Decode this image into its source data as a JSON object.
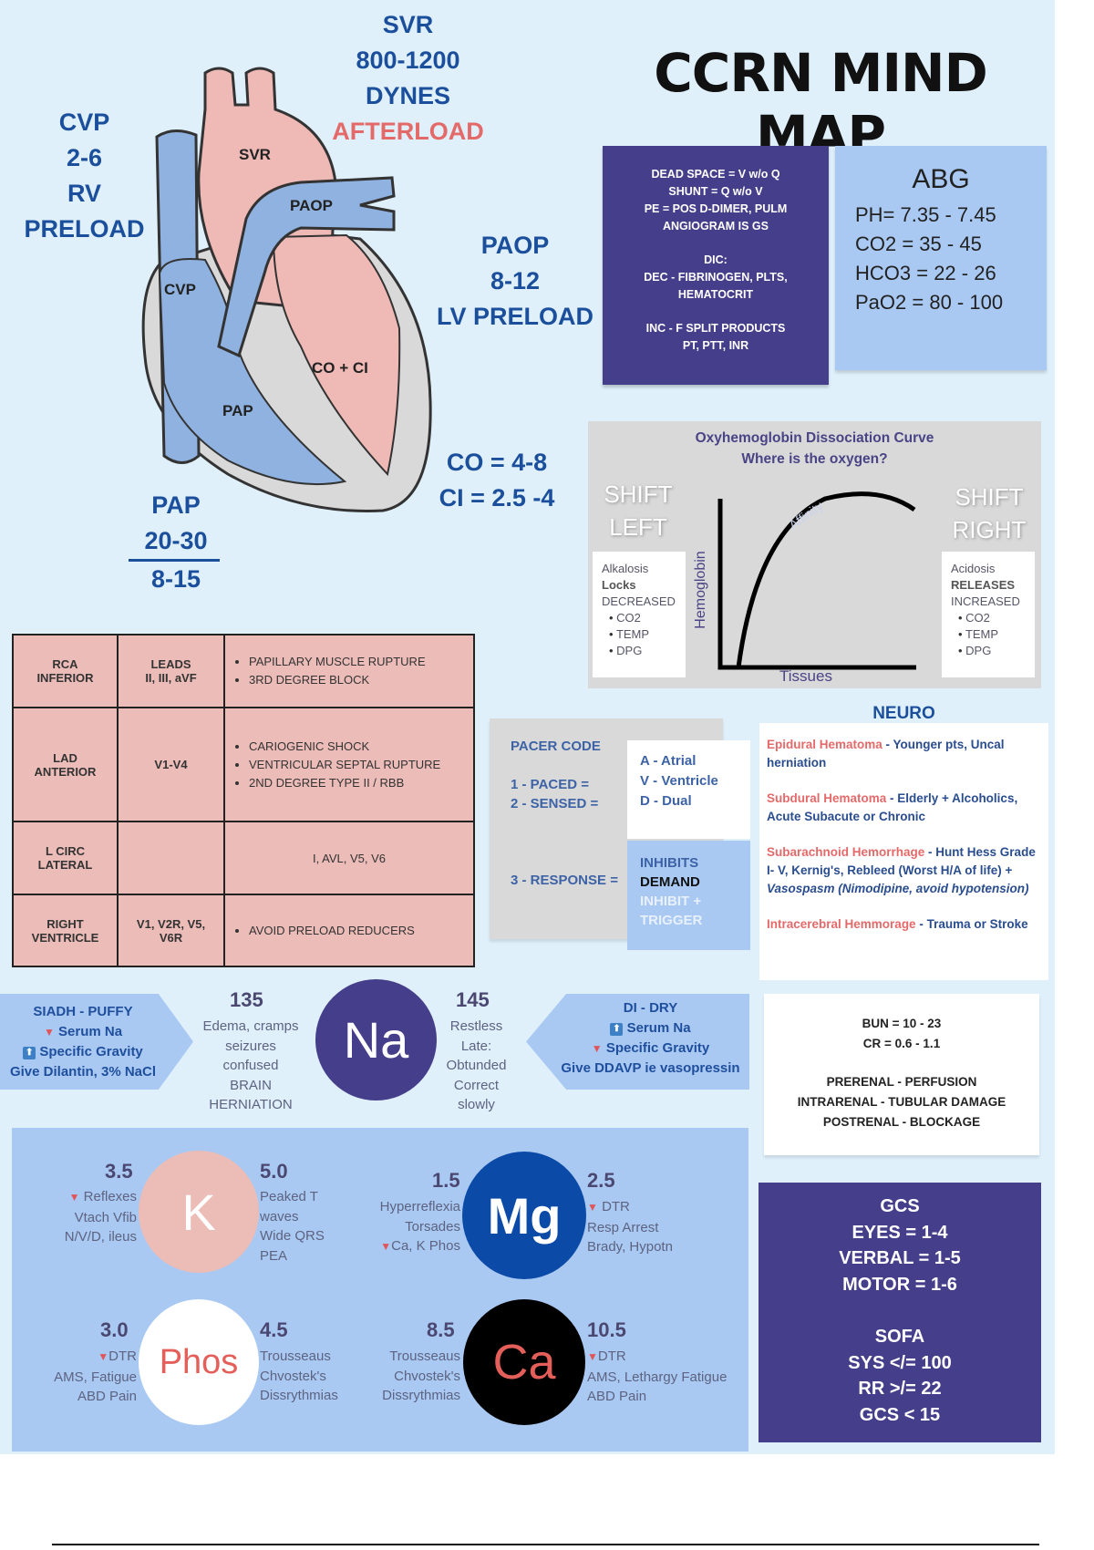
{
  "title": "CCRN MIND MAP",
  "heart": {
    "cvp": [
      "CVP",
      "2-6",
      "RV",
      "PRELOAD"
    ],
    "svr": [
      "SVR",
      "800-1200",
      "DYNES"
    ],
    "afterload": "AFTERLOAD",
    "paop": [
      "PAOP",
      "8-12",
      "LV PRELOAD"
    ],
    "co": [
      "CO = 4-8",
      "CI = 2.5 -4"
    ],
    "pap": [
      "PAP",
      "20-30",
      "8-15"
    ],
    "inner": {
      "svr": "SVR",
      "paop": "PAOP",
      "cvp": "CVP",
      "coci": "CO + CI",
      "pap": "PAP"
    },
    "colors": {
      "blue": "#8fb2e0",
      "pink": "#efb9b6",
      "wall": "#d9d9d9"
    }
  },
  "resp": {
    "lines": [
      "DEAD SPACE = V w/o Q",
      "SHUNT = Q w/o V",
      "PE = POS D-DIMER, PULM ANGIOGRAM IS GS"
    ],
    "dic": [
      "DIC:",
      "DEC - FIBRINOGEN, PLTS, HEMATOCRIT"
    ],
    "inc": [
      "INC - F SPLIT PRODUCTS",
      "PT, PTT, INR"
    ]
  },
  "abg": {
    "title": "ABG",
    "rows": [
      "PH= 7.35 - 7.45",
      "CO2 = 35 - 45",
      "HCO3 = 22 - 26",
      "PaO2 =  80 - 100"
    ]
  },
  "oxy": {
    "title": "Oxyhemoglobin Dissociation Curve",
    "subtitle": "Where is the oxygen?",
    "shift_left": [
      "SHIFT",
      "LEFT"
    ],
    "shift_right": [
      "SHIFT",
      "RIGHT"
    ],
    "ylabel": "Hemoglobin",
    "xlabel": "Tissues",
    "curve_label": "Affinity",
    "left": {
      "a": "Alkalosis",
      "b": "Locks",
      "c": "DECREASED",
      "items": [
        "CO2",
        "TEMP",
        "DPG"
      ]
    },
    "right": {
      "a": "Acidosis",
      "b": "RELEASES",
      "c": "INCREASED",
      "items": [
        "CO2",
        "TEMP",
        "DPG"
      ]
    }
  },
  "mi_table": [
    {
      "artery": [
        "RCA",
        "INFERIOR"
      ],
      "leads": [
        "LEADS",
        "II, III, aVF"
      ],
      "notes": [
        "PAPILLARY MUSCLE RUPTURE",
        "3RD DEGREE BLOCK"
      ]
    },
    {
      "artery": [
        "LAD",
        "ANTERIOR"
      ],
      "leads": [
        "V1-V4"
      ],
      "notes": [
        "CARIOGENIC SHOCK",
        "VENTRICULAR SEPTAL RUPTURE",
        "2ND DEGREE TYPE II / RBB"
      ]
    },
    {
      "artery": [
        "L CIRC",
        "LATERAL"
      ],
      "leads": [
        ""
      ],
      "plain": "I, AVL, V5, V6"
    },
    {
      "artery": [
        "RIGHT",
        "VENTRICLE"
      ],
      "leads": [
        "V1, V2R, V5,",
        "V6R"
      ],
      "notes": [
        "AVOID PRELOAD REDUCERS"
      ]
    }
  ],
  "pacer": {
    "title": "PACER CODE",
    "paced": "1 - PACED =",
    "sensed": "2 - SENSED =",
    "response": "3 - RESPONSE =",
    "chambers": [
      "A - Atrial",
      "V - Ventricle",
      "D - Dual"
    ],
    "resp": [
      "INHIBITS",
      "DEMAND",
      "INHIBIT +",
      "TRIGGER"
    ]
  },
  "neuro": {
    "title": "NEURO",
    "items": [
      {
        "t": "Epidural Hematoma",
        "d": " - Younger pts, Uncal herniation"
      },
      {
        "t": "Subdural Hematoma",
        "d": " - Elderly + Alcoholics, Acute Subacute or Chronic"
      },
      {
        "t": "Subarachnoid Hemorrhage",
        "d": " - Hunt Hess Grade I- V, Kernig's, Rebleed (Worst H/A of life)  + ",
        "i": "Vasospasm (Nimodipine, avoid hypotension)"
      },
      {
        "t": "Intracerebral Hemmorage",
        "d": " - Trauma or Stroke"
      }
    ]
  },
  "na": {
    "symbol": "Na",
    "low": "135",
    "high": "145",
    "low_sx": [
      "Edema, cramps",
      "seizures",
      "confused",
      "BRAIN",
      "HERNIATION"
    ],
    "high_sx": [
      "Restless",
      "Late:",
      "Obtunded",
      "Correct",
      "slowly"
    ],
    "siadh": [
      "SIADH - PUFFY",
      "Serum Na",
      "Specific Gravity",
      "Give Dilantin, 3% NaCl"
    ],
    "di": [
      "DI - DRY",
      "Serum Na",
      "Specific Gravity",
      "Give DDAVP ie vasopressin"
    ]
  },
  "renal": {
    "labs": [
      "BUN = 10 - 23",
      "CR = 0.6 - 1.1"
    ],
    "types": [
      "PRERENAL - PERFUSION",
      "INTRARENAL - TUBULAR DAMAGE",
      "POSTRENAL - BLOCKAGE"
    ]
  },
  "gcs": {
    "lines": [
      "GCS",
      "EYES = 1-4",
      "VERBAL = 1-5",
      "MOTOR = 1-6"
    ],
    "sofa": [
      "SOFA",
      "SYS </= 100",
      "RR >/= 22",
      "GCS < 15"
    ]
  },
  "electrolytes": {
    "k": {
      "symbol": "K",
      "low": "3.5",
      "high": "5.0",
      "low_sx": [
        "Reflexes",
        "Vtach Vfib",
        "N/V/D, ileus"
      ],
      "high_sx": [
        "Peaked T",
        "waves",
        "Wide QRS",
        "PEA"
      ],
      "color": "#ecbcb6"
    },
    "mg": {
      "symbol": "Mg",
      "low": "1.5",
      "high": "2.5",
      "low_sx": [
        "Hyperreflexia",
        "Torsades",
        "Ca, K Phos"
      ],
      "high_sx": [
        "DTR",
        "Resp Arrest",
        "Brady, Hypotn"
      ],
      "color": "#0b4aa6"
    },
    "phos": {
      "symbol": "Phos",
      "low": "3.0",
      "high": "4.5",
      "low_sx": [
        "DTR",
        "AMS,  Fatigue",
        "ABD Pain"
      ],
      "high_sx": [
        "Trousseaus",
        "Chvostek's",
        "Dissrythmias"
      ],
      "color": "#ffffff"
    },
    "ca": {
      "symbol": "Ca",
      "low": "8.5",
      "high": "10.5",
      "low_sx": [
        "Trousseaus",
        "Chvostek's",
        "Dissrythmias"
      ],
      "high_sx": [
        "DTR",
        "AMS, Lethargy Fatigue",
        "ABD Pain"
      ],
      "color": "#000000"
    }
  }
}
